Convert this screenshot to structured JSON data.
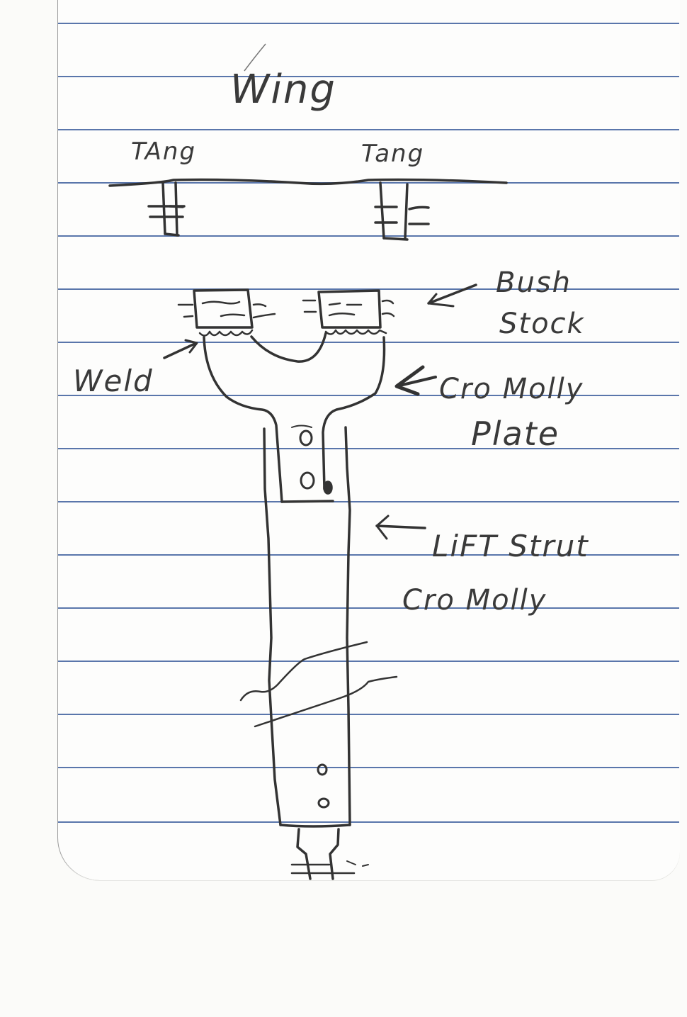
{
  "paper": {
    "type": "lined notebook paper",
    "rule_color": "#3e5f9e",
    "ink_color": "#333333",
    "background": "#fdfdfc",
    "rule_lines_y": [
      33,
      108,
      183,
      258,
      333,
      408,
      483,
      558,
      633,
      708,
      783,
      858,
      933,
      1008,
      1083,
      1160
    ]
  },
  "diagram": {
    "title": "Wing",
    "labels": {
      "tang_left": "TAng",
      "tang_right": "Tang",
      "bush_stock_line1": "Bush",
      "bush_stock_line2": "Stock",
      "weld": "Weld",
      "plate_line1": "Cro Molly",
      "plate_line2": "Plate",
      "strut_line1": "LiFT Strut",
      "strut_line2": "Cro Molly"
    },
    "parts": [
      {
        "name": "wing",
        "description": "horizontal line representing wing"
      },
      {
        "name": "tang-left",
        "description": "tang bracket under wing with bolt marks"
      },
      {
        "name": "tang-right",
        "description": "tang bracket under wing with bolt marks"
      },
      {
        "name": "bush-stock-left",
        "description": "bushing block welded to plate"
      },
      {
        "name": "bush-stock-right",
        "description": "bushing block welded to plate"
      },
      {
        "name": "cro-molly-plate",
        "description": "Y-shaped chromoly plate with two bolt holes"
      },
      {
        "name": "lift-strut",
        "description": "chromoly lift strut tube, broken section, two bolt holes at bottom"
      },
      {
        "name": "bottom-fitting",
        "description": "lower tang fitting with bolt marks"
      }
    ]
  }
}
